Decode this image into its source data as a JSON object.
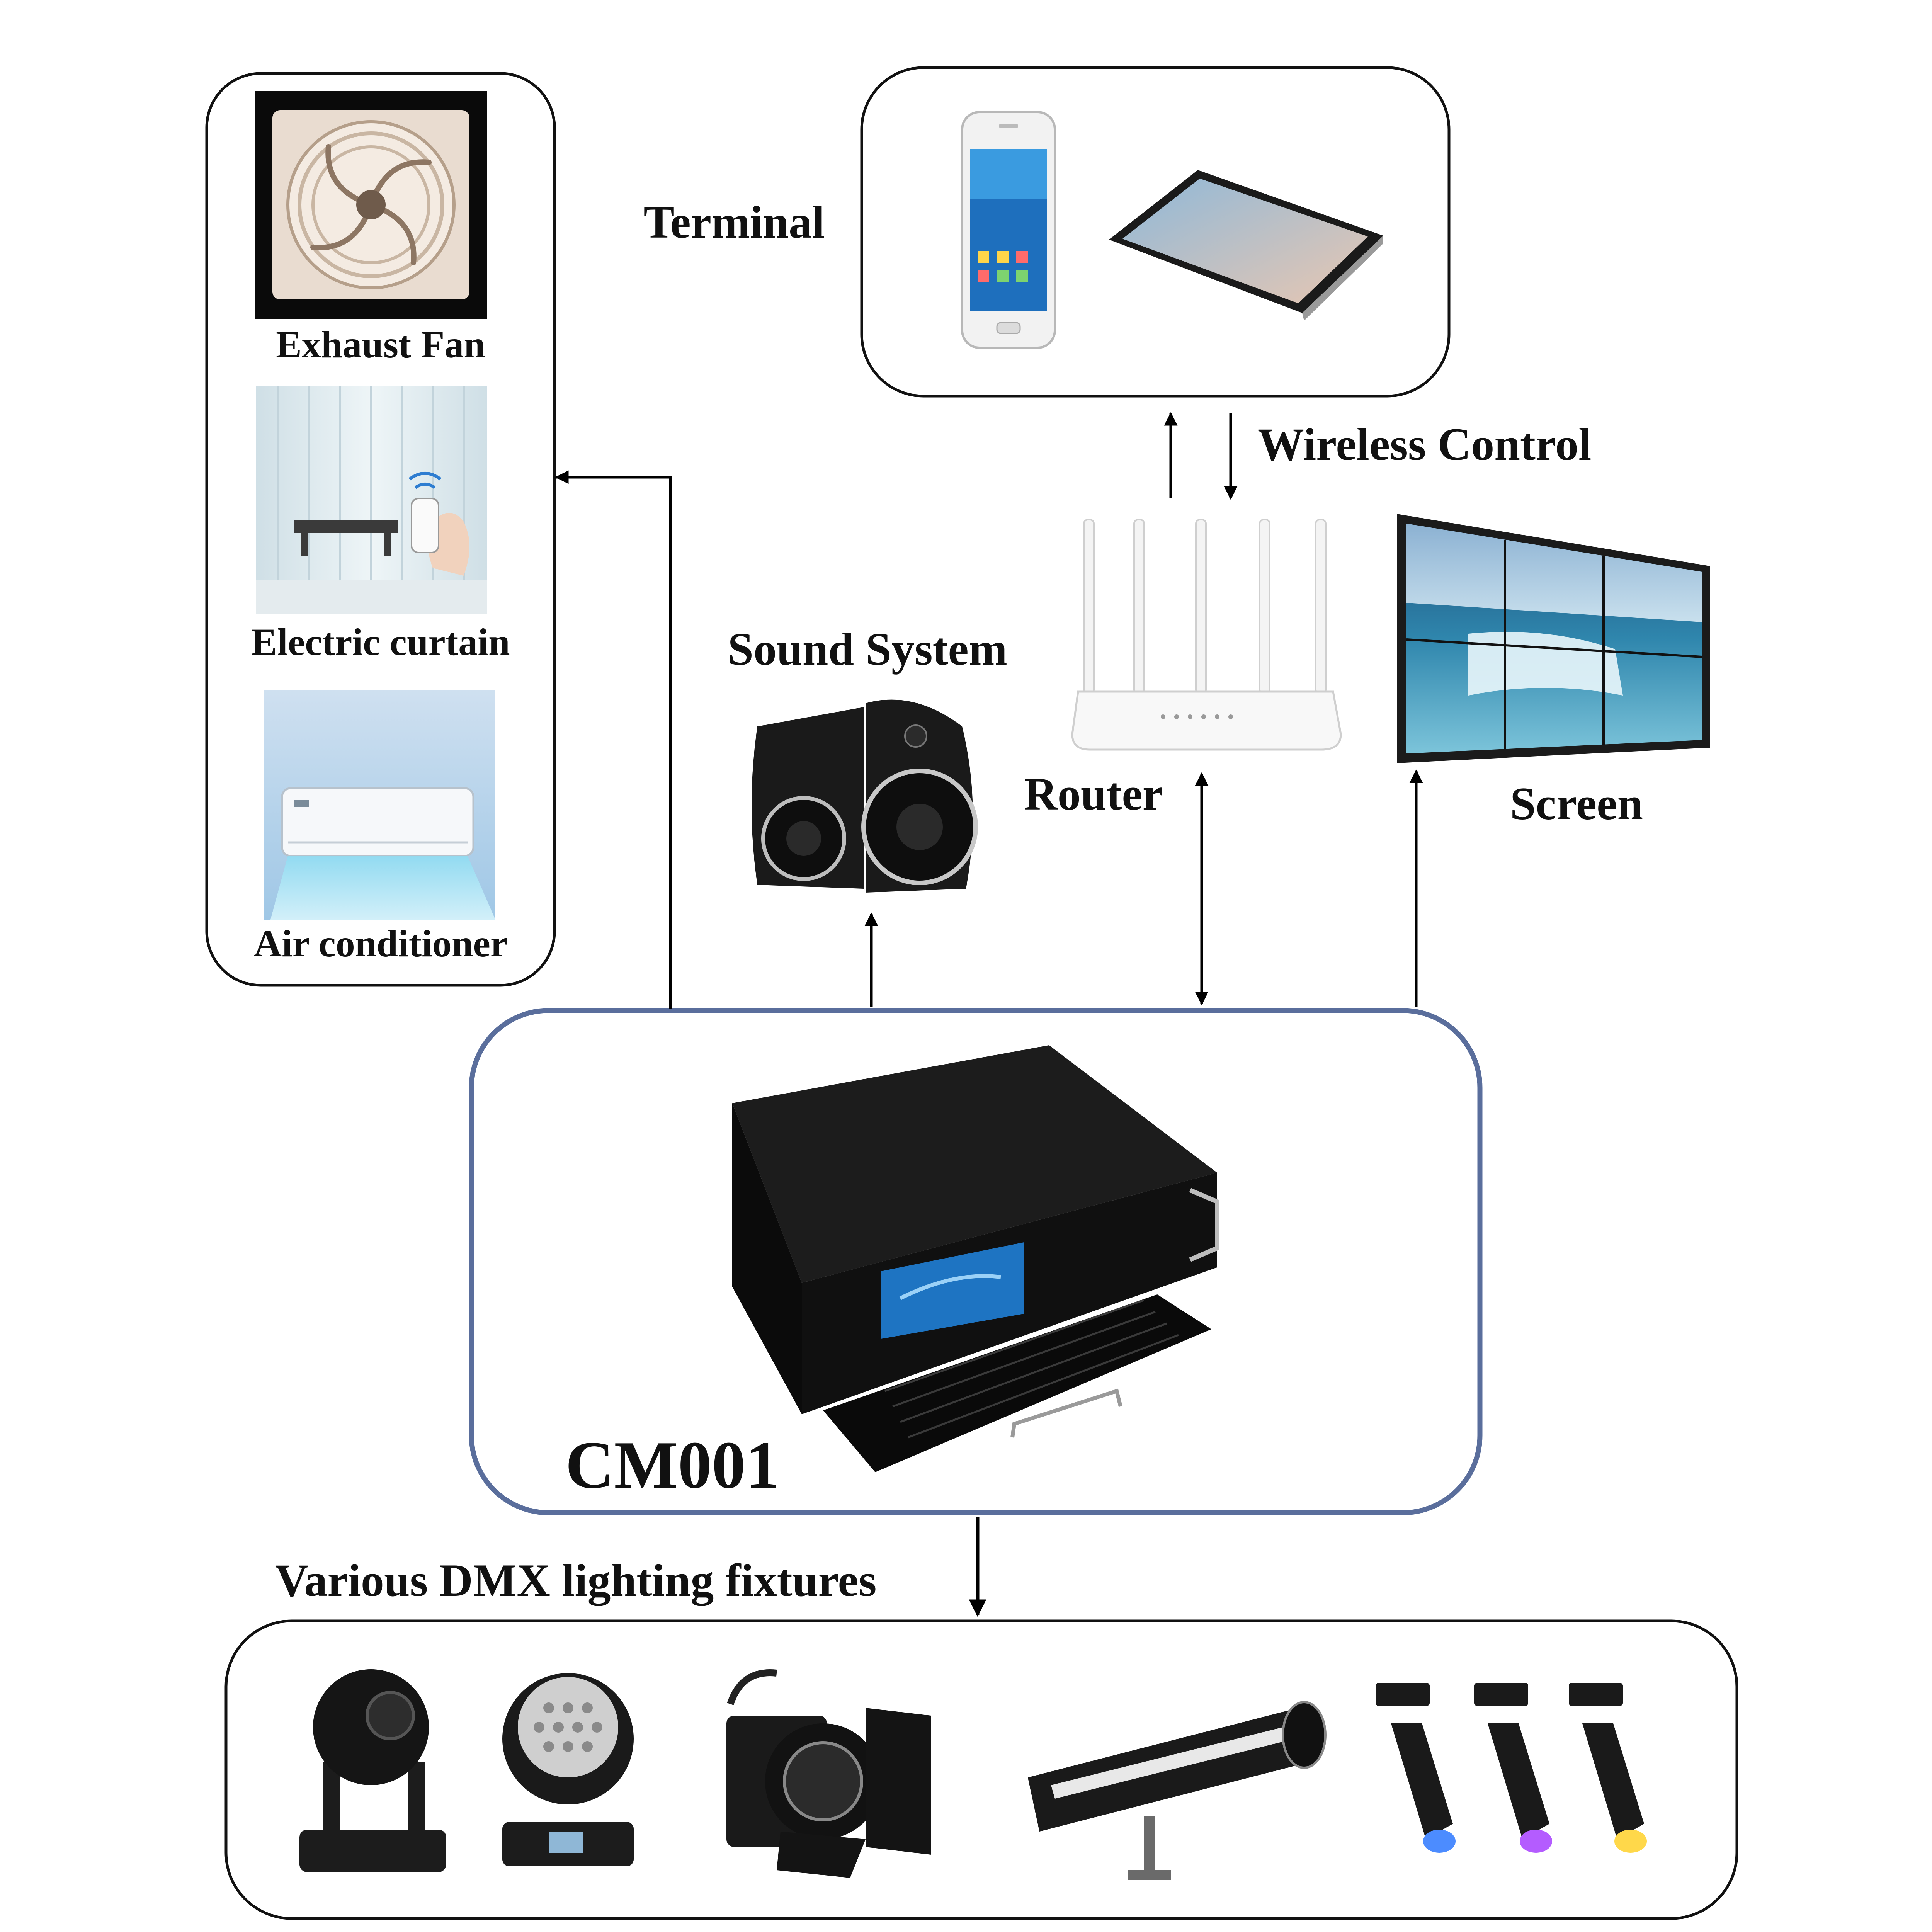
{
  "labels": {
    "exhaust_fan": "Exhaust Fan",
    "electric_curtain": "Electric curtain",
    "air_conditioner": "Air conditioner",
    "terminal": "Terminal",
    "wireless_control": "Wireless Control",
    "sound_system": "Sound System",
    "router": "Router",
    "screen": "Screen",
    "controller": "CM001",
    "dmx_fixtures": "Various DMX lighting fixtures"
  },
  "colors": {
    "controller_border": "#5a6e9c",
    "box_border": "#111111",
    "arrow": "#000000",
    "device_dark": "#151515",
    "sky_blue": "#bcd9ef",
    "water_blue": "#2c7da3"
  },
  "icons": {
    "exhaust_fan": "fan-icon",
    "electric_curtain": "curtain-icon",
    "air_conditioner": "air-conditioner-icon",
    "phone": "smartphone-icon",
    "tablet": "tablet-icon",
    "sound_system": "speaker-icon",
    "router": "router-icon",
    "screen": "video-wall-icon",
    "controller": "rack-controller-icon",
    "fixtures": [
      "moving-head-beam-icon",
      "led-wash-icon",
      "fresnel-spot-icon",
      "follow-spot-icon",
      "profile-spot-icon"
    ]
  }
}
